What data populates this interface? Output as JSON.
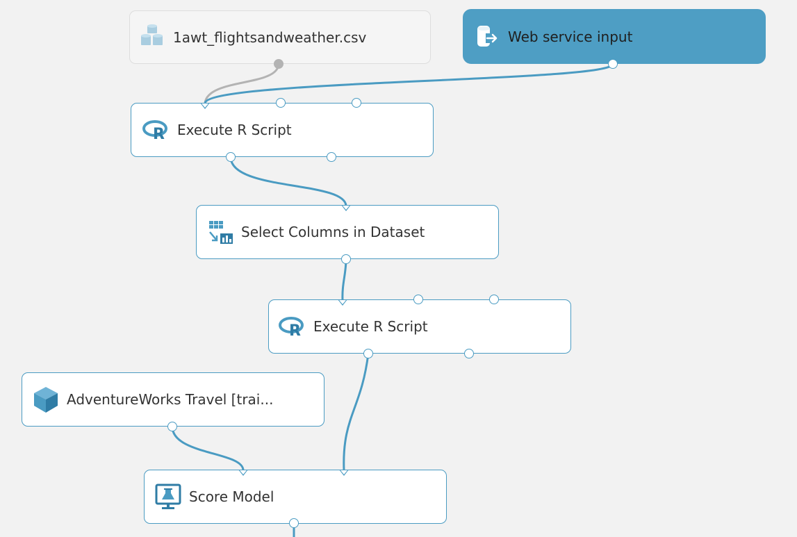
{
  "nodes": {
    "dataset": {
      "label": "1awt_flightsandweather.csv",
      "icon": "database-stack-icon"
    },
    "web_input": {
      "label": "Web service input",
      "icon": "web-service-input-icon"
    },
    "r_script_1": {
      "label": "Execute R Script",
      "icon": "r-language-icon"
    },
    "select_columns": {
      "label": "Select Columns in Dataset",
      "icon": "select-columns-icon"
    },
    "r_script_2": {
      "label": "Execute R Script",
      "icon": "r-language-icon"
    },
    "trained_model": {
      "label": "AdventureWorks Travel [trai...",
      "icon": "cube-icon"
    },
    "score_model": {
      "label": "Score Model",
      "icon": "score-monitor-icon"
    }
  },
  "colors": {
    "accent": "#4a9bc2",
    "canvas": "#f2f2f2",
    "inactive_wire": "#b3b3b3",
    "primary_node": "#4e9ec4"
  }
}
